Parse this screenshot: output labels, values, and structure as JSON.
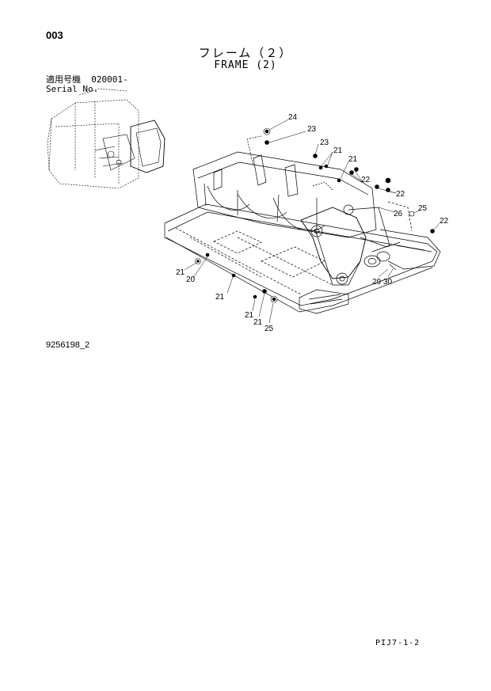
{
  "header": {
    "page_number": "003",
    "title_jp": "フレーム（２）",
    "title_en": "FRAME (2)"
  },
  "serial": {
    "label_jp": "適用号機",
    "value": "020001-",
    "label_en": "Serial No."
  },
  "figure": {
    "number": "9256198_2",
    "callouts": [
      "24",
      "23",
      "23",
      "21",
      "21",
      "22",
      "22",
      "22",
      "26",
      "25",
      "22",
      "21",
      "20",
      "21",
      "21",
      "21",
      "25",
      "29",
      "30"
    ]
  },
  "footer": {
    "page_ref": "PIJ7-1-2"
  }
}
